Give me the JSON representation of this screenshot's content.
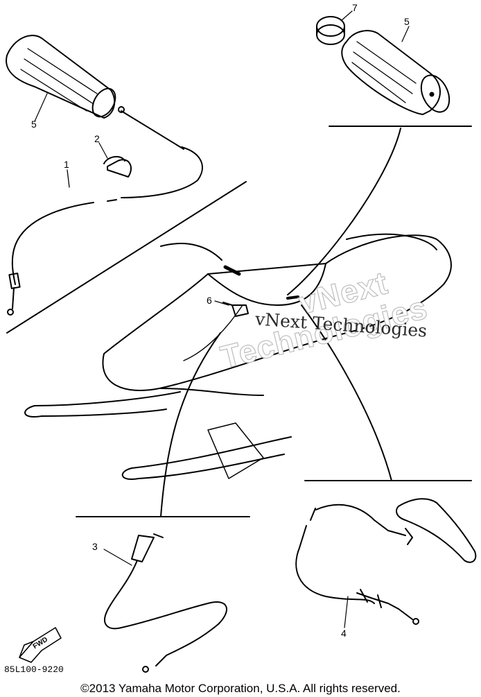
{
  "callouts": {
    "c1": "1",
    "c2": "2",
    "c3": "3",
    "c4": "4",
    "c5_left": "5",
    "c5_right": "5",
    "c6": "6",
    "c7": "7"
  },
  "watermark": {
    "line1": "vNext",
    "line2": "Technologies",
    "serif_text": "vNext Technologies"
  },
  "fwd_label": "FWD",
  "part_code": "85L100-9220",
  "copyright": "©2013 Yamaha Motor Corporation, U.S.A. All rights reserved."
}
